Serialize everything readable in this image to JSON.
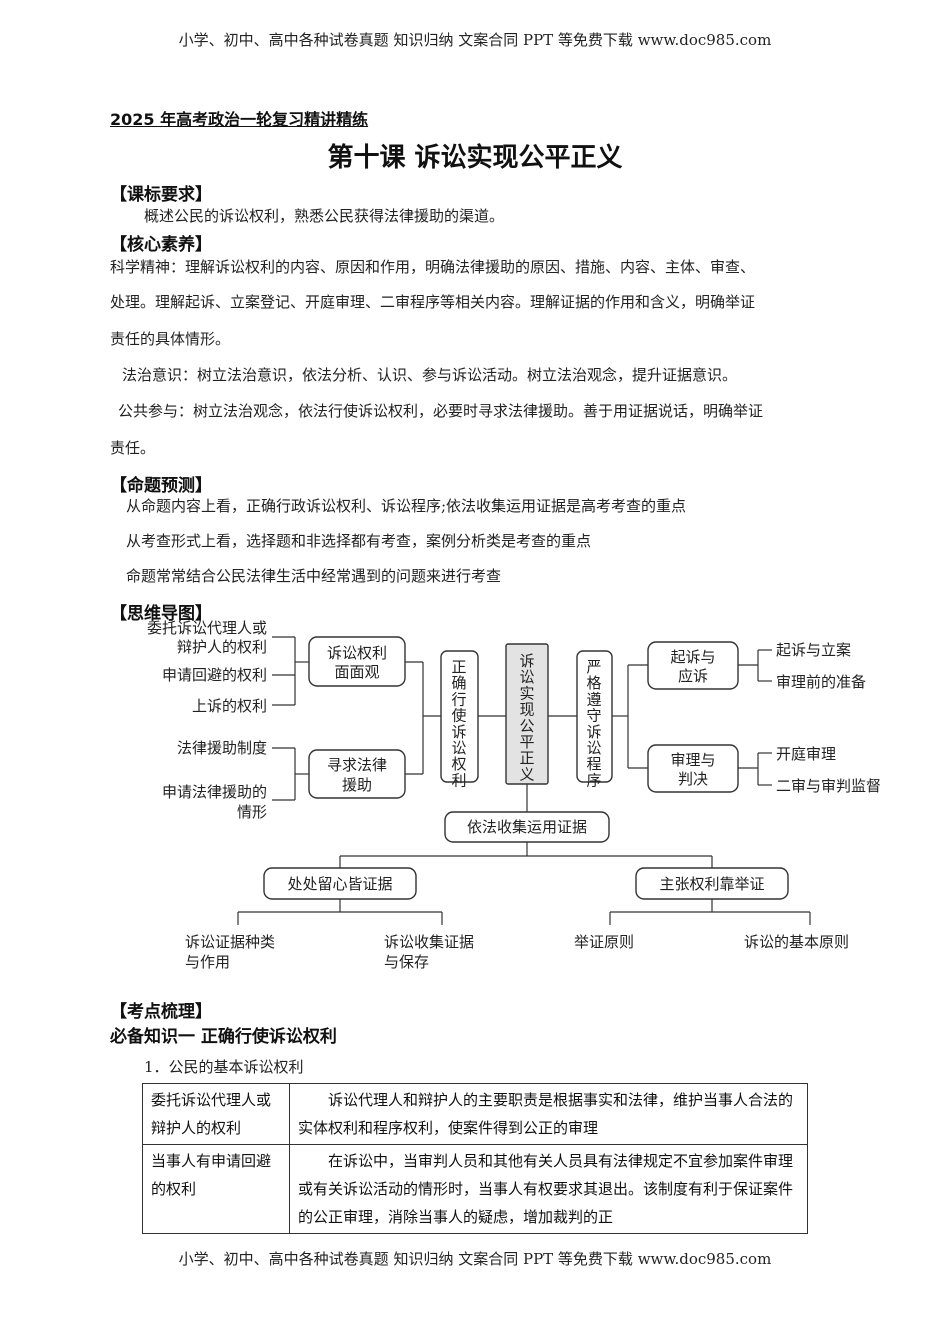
{
  "page": {
    "header": "小学、初中、高中各种试卷真题 知识归纳 文案合同 PPT 等免费下载   www.doc985.com",
    "footer": "小学、初中、高中各种试卷真题 知识归纳 文案合同 PPT 等免费下载   www.doc985.com"
  },
  "doc": {
    "course": "2025 年高考政治一轮复习精讲精练",
    "title": "第十课  诉讼实现公平正义"
  },
  "sections": {
    "standards": {
      "heading": "【课标要求】",
      "text": "概述公民的诉讼权利，熟悉公民获得法律援助的渠道。"
    },
    "literacy": {
      "heading": "【核心素养】",
      "lines": [
        "科学精神：理解诉讼权利的内容、原因和作用，明确法律援助的原因、措施、内容、主体、审查、",
        "处理。理解起诉、立案登记、开庭审理、二审程序等相关内容。理解证据的作用和含义，明确举证",
        "责任的具体情形。",
        "法治意识：树立法治意识，依法分析、认识、参与诉讼活动。树立法治观念，提升证据意识。",
        "公共参与：树立法治观念，依法行使诉讼权利，必要时寻求法律援助。善于用证据说话，明确举证",
        "责任。"
      ]
    },
    "prediction": {
      "heading": "【命题预测】",
      "lines": [
        "从命题内容上看，正确行政诉讼权利、诉讼程序;依法收集运用证据是高考考查的重点",
        "从考查形式上看，选择题和非选择都有考查，案例分析类是考查的重点",
        "命题常常结合公民法律生活中经常遇到的问题来进行考查"
      ]
    },
    "mindmap": {
      "heading": "【思维导图】",
      "center": "诉讼实现公平正义",
      "left_branch": "正确行使诉讼权利",
      "right_branch": "严格遵守诉讼程序",
      "bottom_branch": "依法收集运用证据",
      "rights_box": "诉讼权利面面观",
      "rights_box_lines": [
        "诉讼权利",
        "面面观"
      ],
      "rights_items": [
        "委托诉讼代理人或",
        "辩护人的权利",
        "申请回避的权利",
        "上诉的权利"
      ],
      "aid_box_lines": [
        "寻求法律",
        "援助"
      ],
      "aid_items": [
        "法律援助制度",
        "申请法律援助的",
        "情形"
      ],
      "sue_box_lines": [
        "起诉与",
        "应诉"
      ],
      "sue_items": [
        "起诉与立案",
        "审理前的准备"
      ],
      "trial_box_lines": [
        "审理与",
        "判决"
      ],
      "trial_items": [
        "开庭审理",
        "二审与审判监督"
      ],
      "evidence_left": "处处留心皆证据",
      "evidence_right": "主张权利靠举证",
      "evidence_left_items": [
        "诉讼证据种类",
        "与作用",
        "诉讼收集证据",
        "与保存"
      ],
      "evidence_right_items": [
        "举证原则",
        "诉讼的基本原则"
      ]
    },
    "review": {
      "heading": "【考点梳理】",
      "knowledge_title": "必备知识一    正确行使诉讼权利",
      "subtitle": "1．公民的基本诉讼权利",
      "table": [
        {
          "right": "委托诉讼代理人或辩护人的权利",
          "desc": "诉讼代理人和辩护人的主要职责是根据事实和法律，维护当事人合法的实体权利和程序权利，使案件得到公正的审理"
        },
        {
          "right": "当事人有申请回避的权利",
          "desc": "在诉讼中，当审判人员和其他有关人员具有法律规定不宜参加案件审理或有关诉讼活动的情形时，当事人有权要求其退出。该制度有利于保证案件的公正审理，消除当事人的疑虑，增加裁判的正"
        }
      ]
    }
  }
}
